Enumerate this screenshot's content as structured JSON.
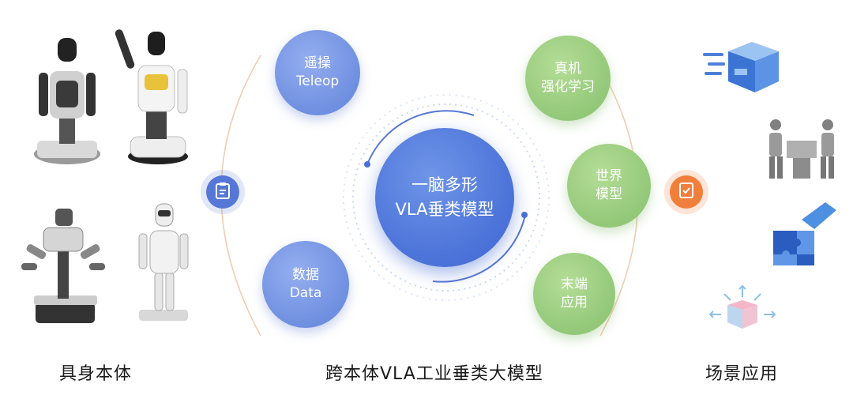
{
  "left_label": "具身本体",
  "center_label": "跨本体VLA工业垂类大模型",
  "right_label": "场景应用",
  "hub": {
    "line1": "一脑多形",
    "line2": "VLA垂类模型"
  },
  "left_nodes": [
    {
      "line1": "遥操",
      "line2": "Teleop"
    },
    {
      "line1": "数据",
      "line2": "Data"
    }
  ],
  "right_nodes": [
    {
      "line1": "真机",
      "line2": "强化学习"
    },
    {
      "line1": "世界",
      "line2": "模型"
    },
    {
      "line1": "末端",
      "line2": "应用"
    }
  ],
  "icons": {
    "left_connector": "clipboard-icon",
    "right_connector": "verified-document-icon",
    "scenes": [
      "logistics-box-icon",
      "assembly-workers-icon",
      "puzzle-hand-icon",
      "distribution-box-icon"
    ]
  },
  "colors": {
    "hub": "#4a72d8",
    "blue_node": "#7592e2",
    "green_node": "#93c879",
    "left_connector": "#5677d6",
    "right_connector": "#f07f3c",
    "arc_left": "#f3c8a8",
    "arc_right": "#f3c8a8"
  }
}
